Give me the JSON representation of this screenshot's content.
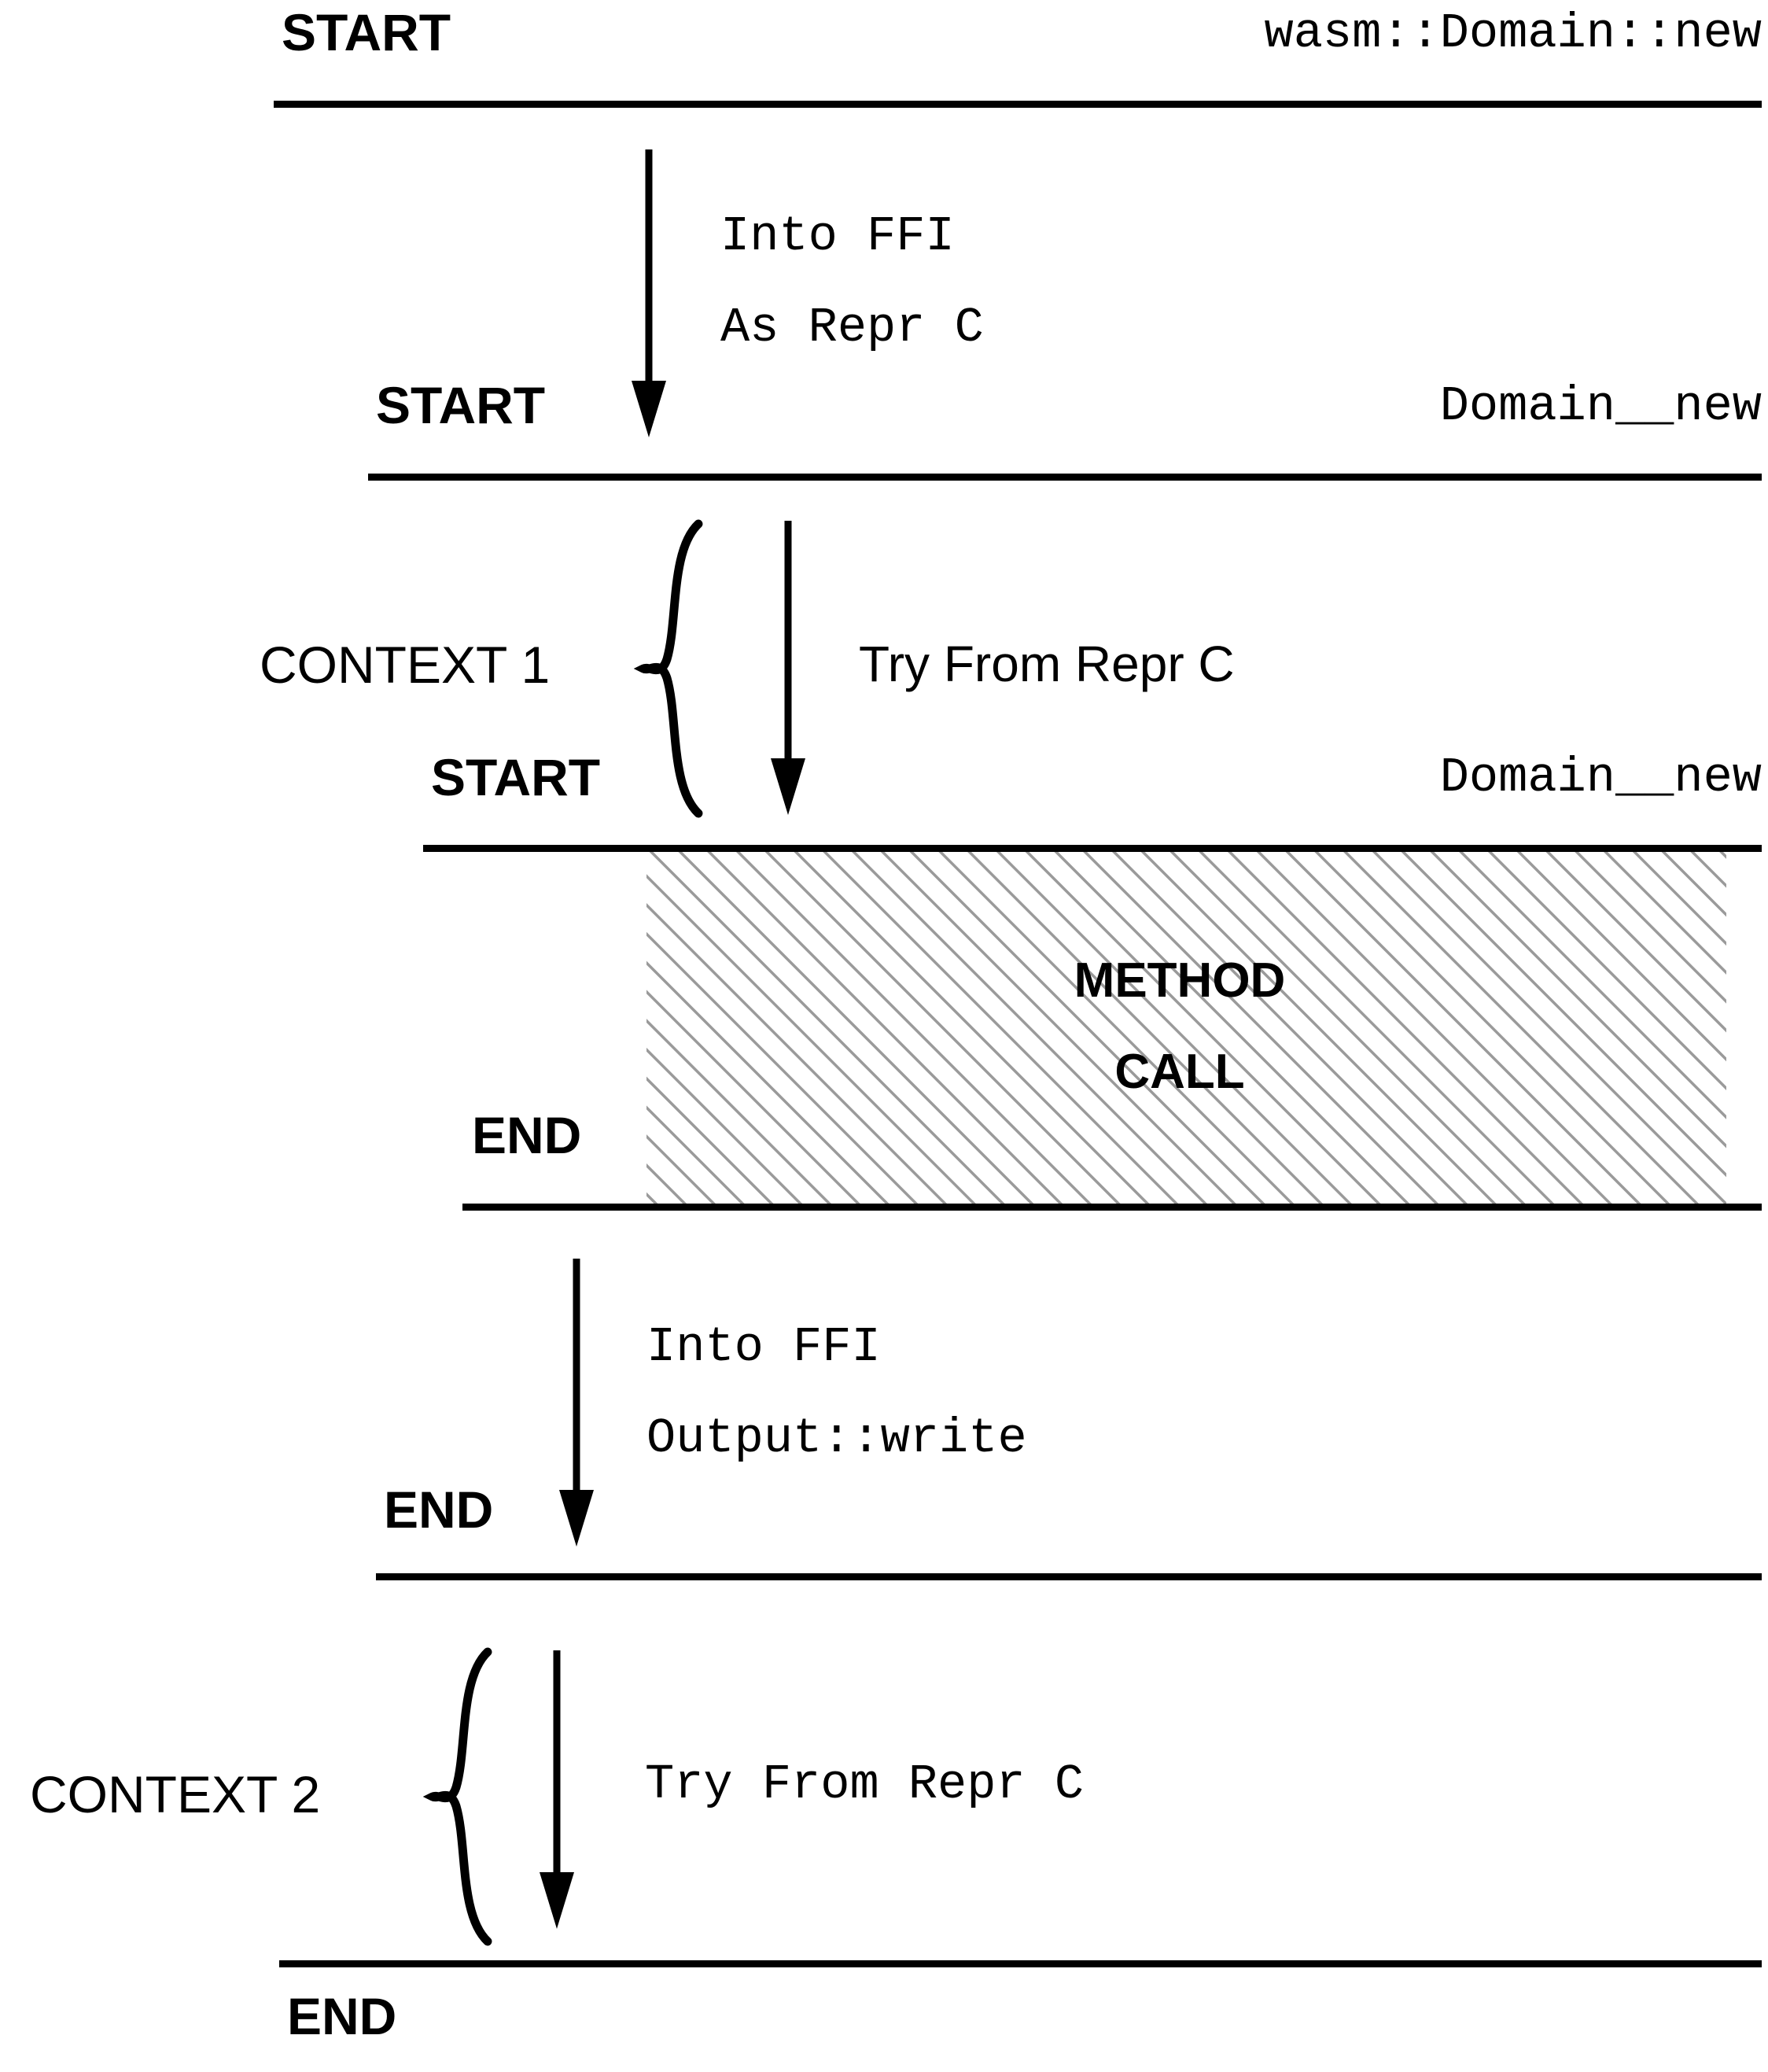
{
  "diagram": {
    "title": "FFI call sequence diagram",
    "colors": {
      "line": "#000000",
      "hatch": "#9a9a9a",
      "background": "#ffffff"
    },
    "lifelines": [
      {
        "id": "row1",
        "left_label": "START",
        "right_label": "wasm::Domain::new"
      },
      {
        "id": "row2",
        "left_label": "START",
        "right_label": "Domain__new"
      },
      {
        "id": "row3",
        "left_label": "START",
        "right_label": "Domain__new"
      },
      {
        "id": "row4",
        "left_label": "END",
        "right_label": ""
      },
      {
        "id": "row5",
        "left_label": "END",
        "right_label": ""
      },
      {
        "id": "row6",
        "left_label": "END",
        "right_label": ""
      }
    ],
    "transitions": [
      {
        "id": "t1",
        "line1": "Into FFI",
        "line2": "As Repr C"
      },
      {
        "id": "t2",
        "line1": "Try From Repr C",
        "line2": ""
      },
      {
        "id": "t3",
        "line1": "Into FFI",
        "line2": "Output::write"
      },
      {
        "id": "t4",
        "line1": "Try From Repr C",
        "line2": ""
      }
    ],
    "contexts": [
      {
        "id": "ctx1",
        "label": "CONTEXT 1"
      },
      {
        "id": "ctx2",
        "label": "CONTEXT 2"
      }
    ],
    "method_call": {
      "line1": "METHOD",
      "line2": "CALL"
    },
    "icons": {
      "arrow_down": "arrow-down-icon",
      "brace_right": "curly-brace-icon",
      "hatch": "hatch-pattern-icon"
    }
  }
}
